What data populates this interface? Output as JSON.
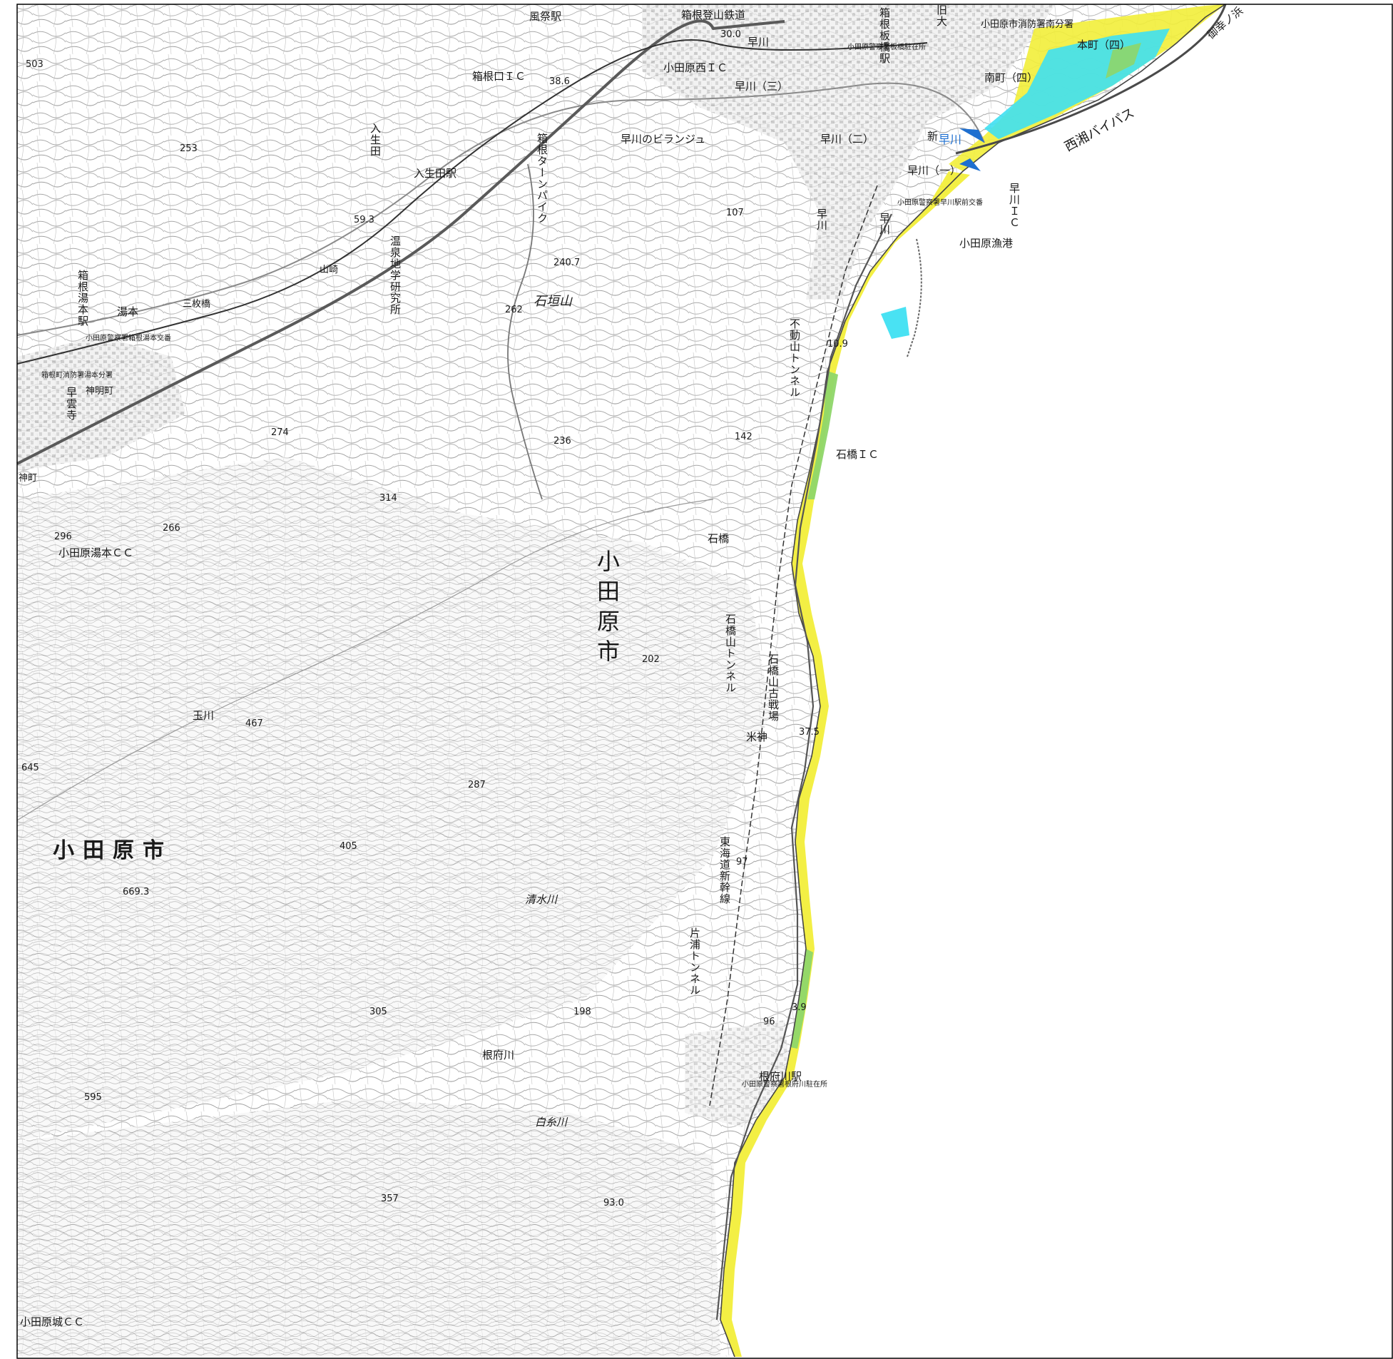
{
  "map": {
    "colors": {
      "frame": "#000000",
      "sea": "#ffffff",
      "contour": "#9a9a9a",
      "road": "#5a5a5a",
      "flood_yellow": "#f2ee3a",
      "flood_green": "#8ed66a",
      "flood_cyan": "#3fe0f2",
      "flood_blue": "#1e3fd0",
      "arrow": "#1e6fd0"
    },
    "labels": {
      "city_main": "小田原市",
      "city_west": "小田原市",
      "kazamatsuri_sta": "風祭駅",
      "hakone_railway": "箱根登山鉄道",
      "elev_30": "30.0",
      "hayakawa_top": "早川",
      "odawara_nishi_ic": "小田原西ＩＣ",
      "hakoneguchi_ic": "箱根口ＩＣ",
      "elev_38": "38.6",
      "hayakawa_3": "早川（三）",
      "hakone_itabashi_sta": "箱根板橋駅",
      "kaitan": "旧大",
      "honcho": "本町（四）",
      "minamicho": "南町（四）",
      "mitenohama": "御幸ノ浜",
      "seisho_bypass": "西湘バイパス",
      "shin_hayakawa": "新",
      "hayakawa_river": "早川",
      "hayakawa_ic": "早川ＩＣ",
      "hayakawa_1": "早川（一）",
      "hayakawa_2": "早川（二）",
      "hayakawa_mid": "早川",
      "hayakawa_2nd": "早川",
      "fire_station": "小田原市消防署南分署",
      "police_box_hayakawa": "小田原警察署早川駅前交番",
      "police_box_top": "小田原警察署板橋駐在所",
      "odawara_port": "小田原漁港",
      "hayakawa_pyramid": "早川のビランジュ",
      "elev_107": "107",
      "elev_503": "503",
      "elev_253": "253",
      "iriuda": "入生田",
      "iriuda_sta": "入生田駅",
      "elev_59": "59.3",
      "hot_spring_inst": "温泉地学研究所",
      "hakone_turnpike": "箱根ターンパイク",
      "elev_240": "240.7",
      "ishigakiyama": "石垣山",
      "elev_262": "262",
      "yamazaki": "山崎",
      "yumoto_sta": "箱根湯本駅",
      "yumoto": "湯本",
      "sanmaibashi": "三枚橋",
      "police_yumoto": "小田原警察署箱根湯本交番",
      "fire_yumoto": "箱根町消防署湯本分署",
      "soun_ji": "早雲寺",
      "shinmei_cho": "神明町",
      "shinmei_left": "神町",
      "elev_274": "274",
      "elev_236": "236",
      "elev_142": "142",
      "fudoyama_tunnel": "不動山トンネル",
      "elev_109": "10.9",
      "ishibashi_ic": "石橋ＩＣ",
      "elev_314": "314",
      "elev_296": "296",
      "elev_266": "266",
      "yumoto_cc": "小田原湯本ＣＣ",
      "ishibashi": "石橋",
      "ishibashiyama_tunnel": "石橋山トンネル",
      "ishibashiyama_battle": "石橋山古戦場",
      "elev_202": "202",
      "komegami": "米神",
      "elev_375": "37.5",
      "tamagawa": "玉川",
      "elev_467": "467",
      "elev_645": "645",
      "elev_287": "287",
      "tokaido_shinkansen": "東海道新幹線",
      "elev_97": "97",
      "elev_405": "405",
      "elev_669": "669.3",
      "shimizugawa": "清水川",
      "kataura_tunnel": "片浦トンネル",
      "elev_305": "305",
      "elev_198": "198",
      "elev_39": "3.9",
      "elev_96": "96",
      "nebugawa": "根府川",
      "nebukawa_sta": "根府川駅",
      "police_nebukawa": "小田原警察署根府川駐在所",
      "elev_595": "595",
      "shiraitogawa": "白糸川",
      "elev_357": "357",
      "elev_930": "93.0",
      "odawarajo_cc": "小田原城ＣＣ"
    }
  }
}
